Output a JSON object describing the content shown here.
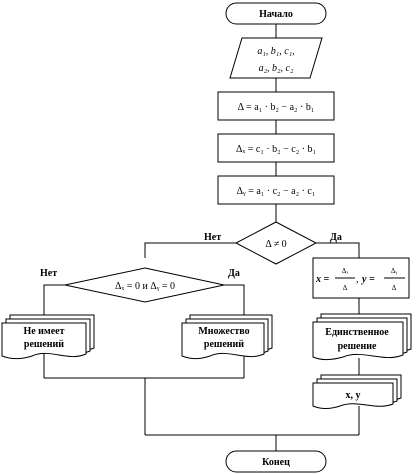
{
  "flowchart": {
    "start": "Начало",
    "end": "Конец",
    "input": {
      "line1": "a₁, b₁, c₁,",
      "line2": "a₂, b₂, c₂"
    },
    "delta": "Δ = a₁ · b₂ − a₂ · b₁",
    "delta_x": "Δₓ = c₁ · b₂ − c₂ · b₁",
    "delta_y": "Δᵧ = a₁ · c₂ − a₂ · c₁",
    "decision_main": "Δ ≠ 0",
    "decision_zero": "Δₓ = 0 и Δᵧ = 0",
    "yes": "Да",
    "no": "Нет",
    "formula": {
      "x_lhs": "x =",
      "x_num": "Δₓ",
      "x_den": "Δ",
      "sep": ",",
      "y_lhs": "y =",
      "y_num": "Δᵧ",
      "y_den": "Δ"
    },
    "no_solutions": {
      "line1": "Не имеет",
      "line2": "решений"
    },
    "many_solutions": {
      "line1": "Множество",
      "line2": "решений"
    },
    "unique_solution": {
      "line1": "Единственное",
      "line2": "решение"
    },
    "output_xy": "x, y"
  }
}
